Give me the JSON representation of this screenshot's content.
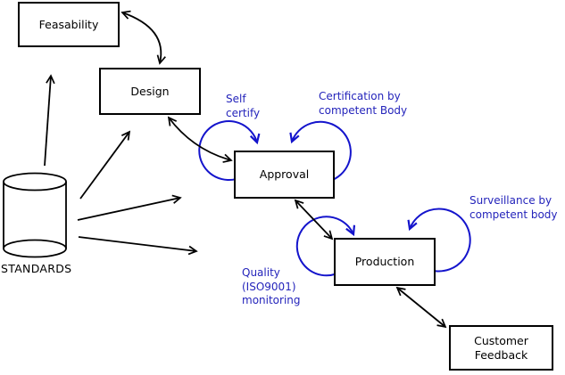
{
  "diagram": {
    "nodes": {
      "feasability": {
        "label": "Feasability"
      },
      "design": {
        "label": "Design"
      },
      "approval": {
        "label": "Approval"
      },
      "production": {
        "label": "Production"
      },
      "customer_feedback": {
        "label": "Customer\nFeedback"
      },
      "standards": {
        "label": "STANDARDS"
      }
    },
    "annotations": {
      "self_certify": {
        "label": "Self\ncertify"
      },
      "certification": {
        "label": "Certification by\ncompetent Body"
      },
      "surveillance": {
        "label": "Surveillance by\ncompetent body"
      },
      "quality_monitoring": {
        "label": "Quality\n(ISO9001)\nmonitoring"
      }
    },
    "colors": {
      "annotation": "#2424bb",
      "loop": "#1414cc",
      "line": "#000000",
      "background": "#ffffff"
    }
  }
}
